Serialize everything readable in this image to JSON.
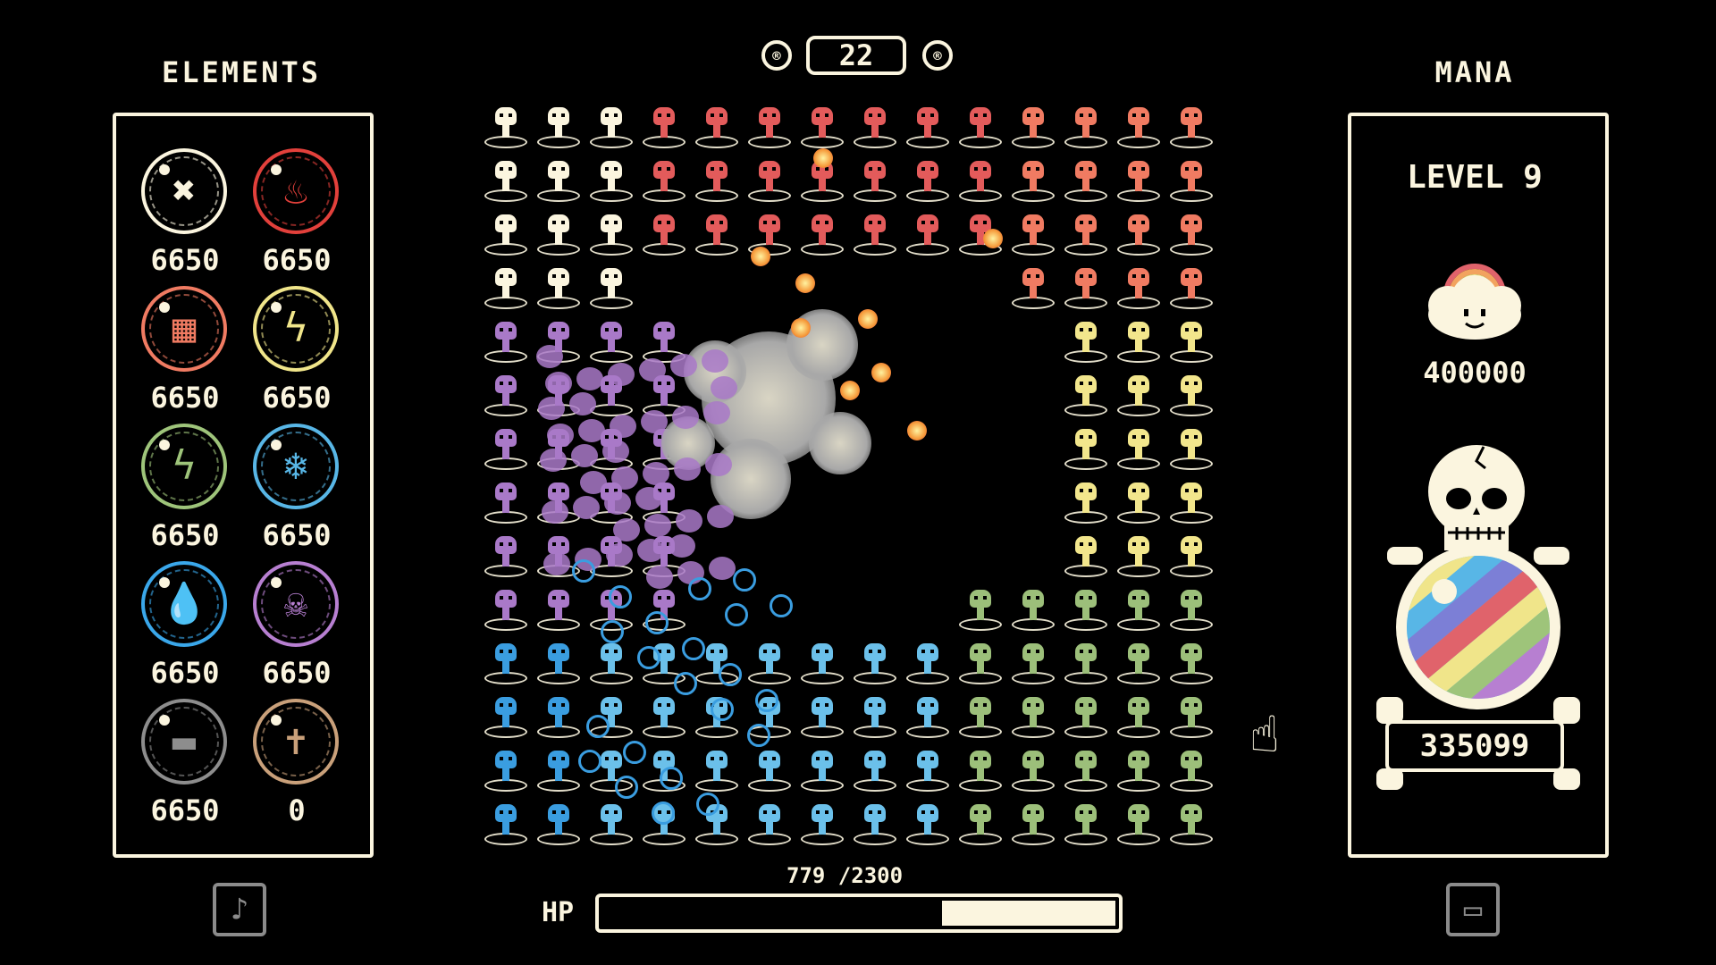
{
  "left_panel": {
    "title": "ELEMENTS",
    "elements": [
      {
        "icon": "bone-icon",
        "glyph": "✖",
        "color": "#fbf5df",
        "count": "6650"
      },
      {
        "icon": "fire-icon",
        "glyph": "♨",
        "color": "#e2403b",
        "count": "6650"
      },
      {
        "icon": "brick-icon",
        "glyph": "▦",
        "color": "#f07b62",
        "count": "6650"
      },
      {
        "icon": "lightning-icon",
        "glyph": "ϟ",
        "color": "#f0e58a",
        "count": "6650"
      },
      {
        "icon": "wind-icon",
        "glyph": "ϟ",
        "color": "#9ec47a",
        "count": "6650"
      },
      {
        "icon": "snowflake-icon",
        "glyph": "❄",
        "color": "#58b6e6",
        "count": "6650"
      },
      {
        "icon": "water-drop-icon",
        "glyph": "💧",
        "color": "#3aa7ea",
        "count": "6650"
      },
      {
        "icon": "ghost-skull-icon",
        "glyph": "☠",
        "color": "#b77fd1",
        "count": "6650"
      },
      {
        "icon": "stone-block-icon",
        "glyph": "▬",
        "color": "#8d8d8d",
        "count": "6650"
      },
      {
        "icon": "grave-cross-icon",
        "glyph": "✝",
        "color": "#c9a07a",
        "count": "0"
      }
    ]
  },
  "top": {
    "counter": "22",
    "coin_glyph": "®"
  },
  "right_panel": {
    "title": "MANA",
    "level": "LEVEL 9",
    "mana_value": "400000",
    "score": "335099"
  },
  "hp": {
    "label": "HP",
    "text": "779 /2300",
    "current": 779,
    "max": 2300
  },
  "colors": {
    "bone": "#fbf5df",
    "fire": "#e35b5b",
    "brick": "#f07b62",
    "lightning": "#f2e68c",
    "wind": "#9cbf7a",
    "ice": "#6bc0ea",
    "water": "#3a9de0",
    "ghost": "#a979c8",
    "stone": "#9a9a9a"
  },
  "buttons": {
    "music": "music-note-icon",
    "display": "monitor-icon"
  }
}
